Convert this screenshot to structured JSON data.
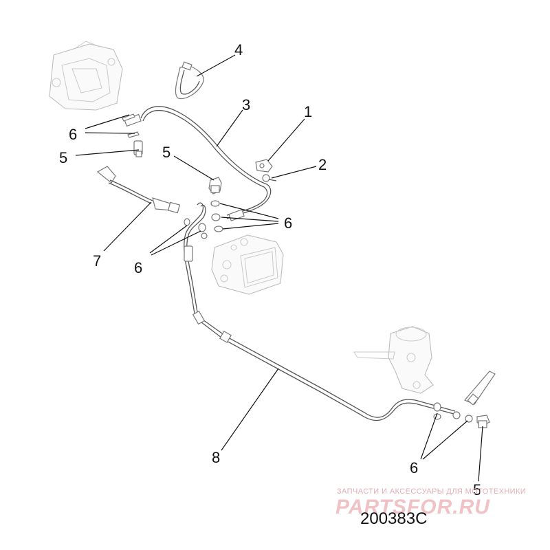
{
  "diagram": {
    "part_code": "200383C",
    "labels": {
      "n1": "1",
      "n2": "2",
      "n3": "3",
      "n4": "4",
      "n5a": "5",
      "n5b": "5",
      "n5c": "5",
      "n6a": "6",
      "n6b": "6",
      "n6c": "6",
      "n6d": "6",
      "n7": "7",
      "n8": "8"
    }
  },
  "watermark": {
    "tagline": "ЗАПЧАСТИ И АКСЕССУАРЫ ДЛЯ МОТОТЕХНИКИ",
    "brand": "PARTSFOR.RU",
    "color": "#f0c2c6"
  }
}
